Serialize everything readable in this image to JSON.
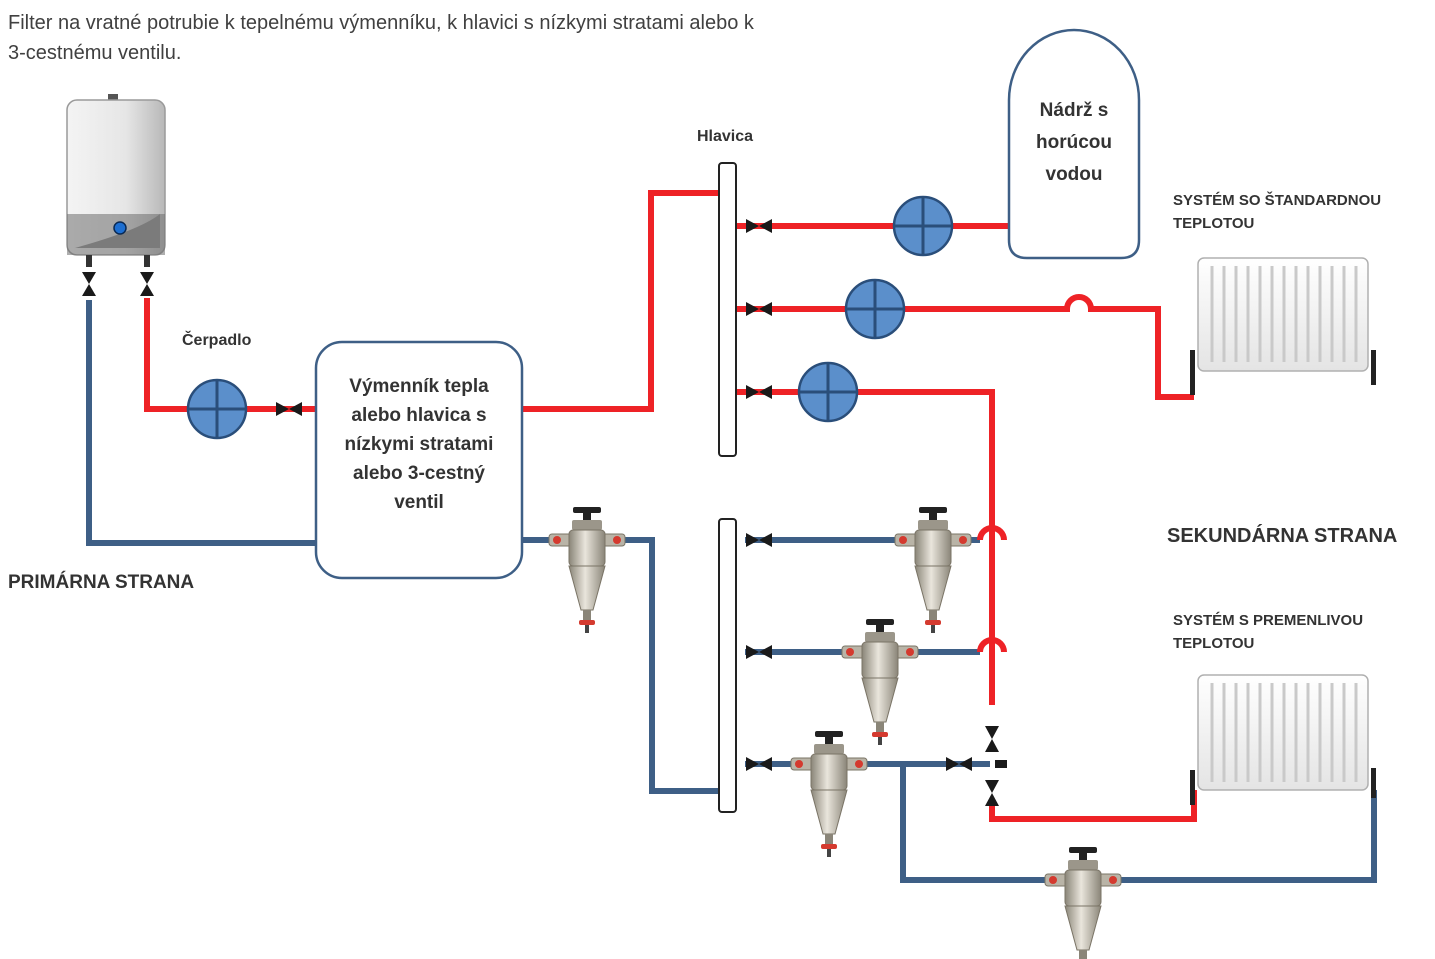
{
  "intro": {
    "line1": "Filter na vratné potrubie k tepelnému výmenníku, k hlavici s nízkymi stratami alebo k",
    "line2": "3-cestnému ventilu."
  },
  "labels": {
    "pump": "Čerpadlo",
    "header": "Hlavica",
    "exchanger_lines": [
      "Výmenník tepla",
      "alebo hlavica s",
      "nízkymi stratami",
      "alebo 3-cestný",
      "ventil"
    ],
    "tank_lines": [
      "Nádrž s",
      "horúcou",
      "vodou"
    ],
    "system_standard_lines": [
      "SYSTÉM SO ŠTANDARDNOU",
      "TEPLOTOU"
    ],
    "system_variable_lines": [
      "SYSTÉM S PREMENLIVOU",
      "TEPLOTOU"
    ],
    "primary": "PRIMÁRNA STRANA",
    "secondary": "SEKUNDÁRNA STRANA"
  },
  "colors": {
    "flow_pipe": "#ee2226",
    "return_pipe": "#3e5f86",
    "pump": "#5b8fcb",
    "filter_body": "#c8c3b6"
  }
}
